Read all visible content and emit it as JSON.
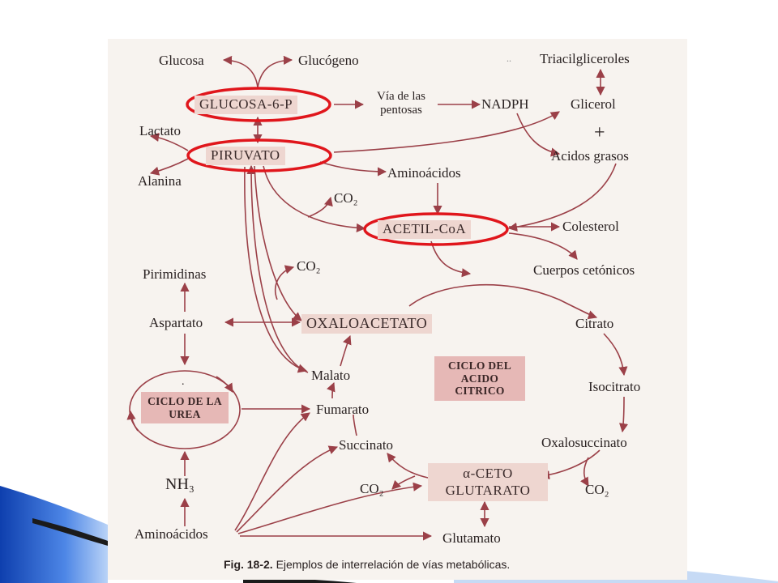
{
  "caption": {
    "figure": "Fig. 18-2.",
    "text": " Ejemplos de interrelación de vías metabólicas."
  },
  "nodes": {
    "glucosa": "Glucosa",
    "glucogeno": "Glucógeno",
    "triacilgliceroles": "Triacilgliceroles",
    "glucosa6p": "GLUCOSA-6-P",
    "via_pentosas": "Vía de las pentosas",
    "nadph": "NADPH",
    "glicerol": "Glicerol",
    "plus": "+",
    "lactato": "Lactato",
    "piruvato": "PIRUVATO",
    "acidos_grasos": "Acidos grasos",
    "alanina": "Alanina",
    "aminoacidos_top": "Aminoácidos",
    "co2_a": "CO₂",
    "acetilcoa": "ACETIL-CoA",
    "colesterol": "Colesterol",
    "pirimidinas": "Pirimidinas",
    "co2_b": "CO₂",
    "cuerpos_cetonicos": "Cuerpos cetónicos",
    "aspartato": "Aspartato",
    "oxaloacetato": "OXALOACETATO",
    "citrato": "Citrato",
    "malato": "Malato",
    "ciclo_acido_citrico": "CICLO DEL ACIDO CITRICO",
    "ciclo_urea": "CICLO DE LA UREA",
    "isocitrato": "Isocitrato",
    "fumarato": "Fumarato",
    "succinato": "Succinato",
    "oxalosuccinato": "Oxalosuccinato",
    "nh3": "NH₃",
    "acetoglutarato": "α-CETO GLUTARATO",
    "co2_c": "CO₂",
    "co2_d": "CO₂",
    "aminoacidos_bottom": "Aminoácidos",
    "glutamato": "Glutamato",
    "dot": "..",
    "urea_dot": "."
  },
  "colors": {
    "arrow": "#9b4048",
    "highlight_ring": "#e0161c",
    "box_fill": "#e6b8b6",
    "slide_blue": "#1d5fd1"
  }
}
